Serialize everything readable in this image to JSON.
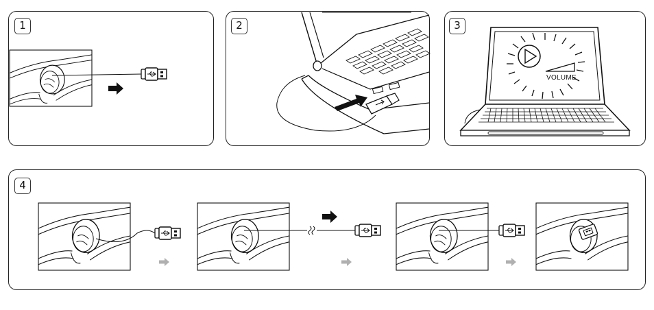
{
  "steps": [
    {
      "label": "1"
    },
    {
      "label": "2"
    },
    {
      "label": "3"
    },
    {
      "label": "4"
    }
  ],
  "screen": {
    "volume_label": "VOLUME"
  },
  "icons": {
    "usb": "usb-symbol-icon",
    "play": "play-icon",
    "arrow": "right-arrow-icon"
  },
  "colors": {
    "line": "#222222",
    "grey_arrow": "#b0b0b0",
    "panel_border": "#222222"
  }
}
